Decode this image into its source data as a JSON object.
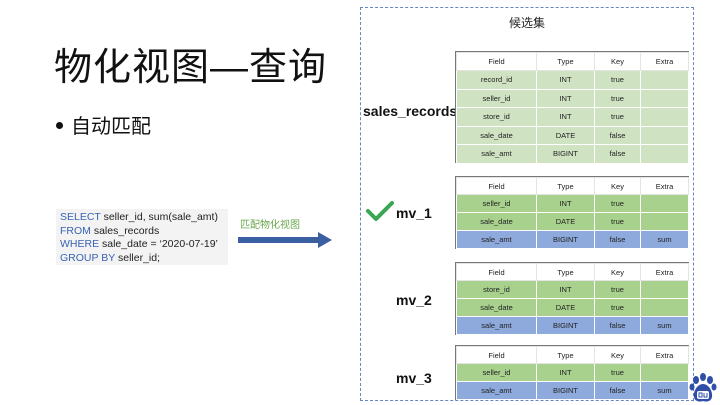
{
  "slide": {
    "title": "物化视图—查询",
    "bullet": "自动匹配",
    "candidate_title": "候选集",
    "arrow_label": "匹配物化视图"
  },
  "sql": {
    "l1_kw": "SELECT",
    "l1_rest": " seller_id, sum(sale_amt)",
    "l2_kw": "FROM",
    "l2_rest": " sales_records",
    "l3_kw": "WHERE",
    "l3_rest": " sale_date = ‘2020-07-19’",
    "l4_kw": "GROUP BY",
    "l4_rest": " seller_id;"
  },
  "headers": [
    "Field",
    "Type",
    "Key",
    "Extra"
  ],
  "tables": {
    "sales_records": {
      "name": "sales_records",
      "rows": [
        [
          "record_id",
          "INT",
          "true",
          ""
        ],
        [
          "seller_id",
          "INT",
          "true",
          ""
        ],
        [
          "store_id",
          "INT",
          "true",
          ""
        ],
        [
          "sale_date",
          "DATE",
          "false",
          ""
        ],
        [
          "sale_amt",
          "BIGINT",
          "false",
          ""
        ]
      ]
    },
    "mv_1": {
      "name": "mv_1",
      "rows": [
        [
          "seller_id",
          "INT",
          "true",
          ""
        ],
        [
          "sale_date",
          "DATE",
          "true",
          ""
        ],
        [
          "sale_amt",
          "BIGINT",
          "false",
          "sum"
        ]
      ]
    },
    "mv_2": {
      "name": "mv_2",
      "rows": [
        [
          "store_id",
          "INT",
          "true",
          ""
        ],
        [
          "sale_date",
          "DATE",
          "true",
          ""
        ],
        [
          "sale_amt",
          "BIGINT",
          "false",
          "sum"
        ]
      ]
    },
    "mv_3": {
      "name": "mv_3",
      "rows": [
        [
          "seller_id",
          "INT",
          "true",
          ""
        ],
        [
          "sale_amt",
          "BIGINT",
          "false",
          "sum"
        ]
      ]
    }
  },
  "colors": {
    "green_light": "#cfe3c3",
    "green": "#a9d18e",
    "blue": "#8ea9db",
    "check": "#3aa655"
  },
  "icons": {
    "match": "check-mark-icon",
    "logo": "baidu-paw-icon"
  }
}
